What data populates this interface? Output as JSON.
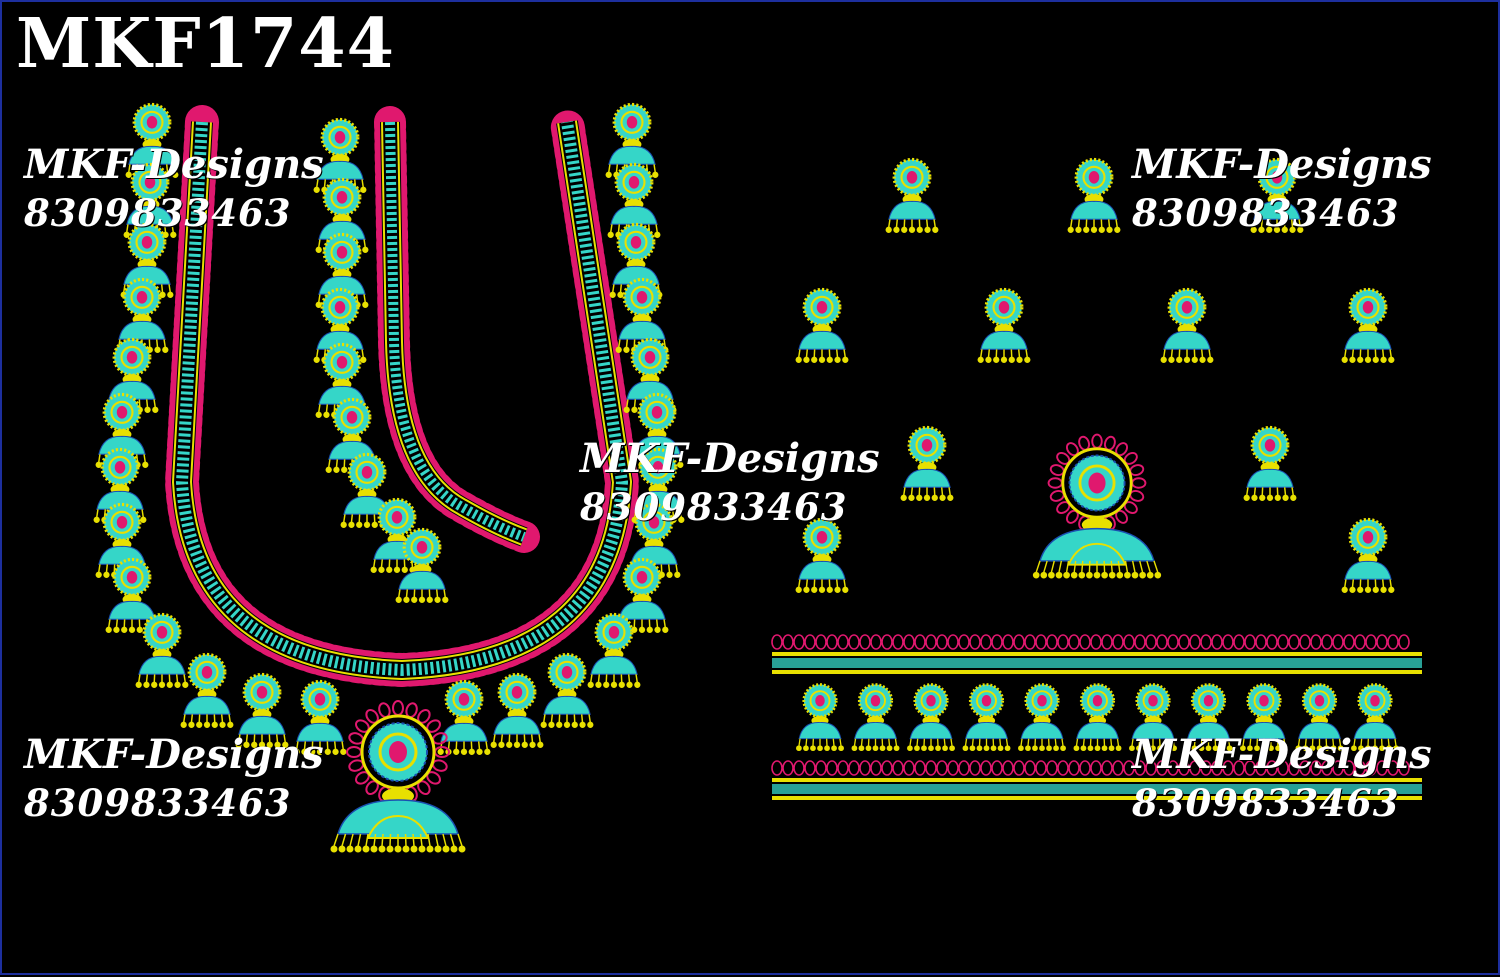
{
  "design_code": "MKF1744",
  "watermarks": [
    {
      "brand": "MKF-Designs",
      "phone": "8309833463"
    },
    {
      "brand": "MKF-Designs",
      "phone": "8309833463"
    },
    {
      "brand": "MKF-Designs",
      "phone": "8309833463"
    },
    {
      "brand": "MKF-Designs",
      "phone": "8309833463"
    },
    {
      "brand": "MKF-Designs",
      "phone": "8309833463"
    }
  ],
  "colors": {
    "background": "#000000",
    "frame": "#1d2f9e",
    "thread_yellow": "#e8e000",
    "thread_cyan": "#35d6c8",
    "thread_pink": "#e0186e",
    "thread_blue": "#1a4fb0",
    "text": "#ffffff"
  }
}
